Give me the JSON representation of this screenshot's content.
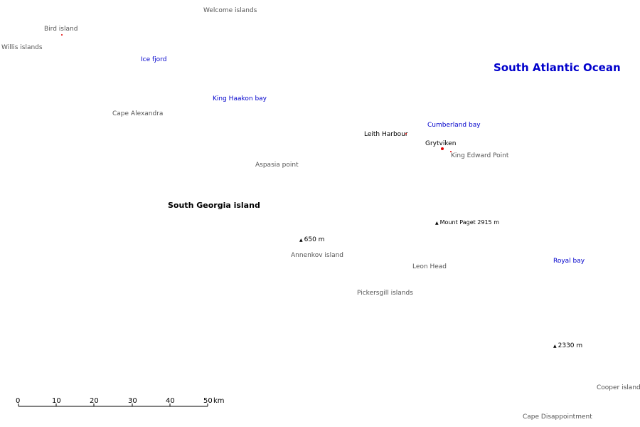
{
  "labels": {
    "welcome_islands": "Welcome islands",
    "bird_island": "Bird island",
    "willis_islands": "Willis islands",
    "ice_fjord": "Ice fjord",
    "south_atlantic_ocean": "South Atlantic Ocean",
    "king_haakon_bay": "King Haakon bay",
    "cape_alexandra": "Cape Alexandra",
    "cumberland_bay": "Cumberland bay",
    "leith_harbour": "Leith Harbour",
    "grytviken": "Grytviken",
    "king_edward_point": "King Edward Point",
    "aspasia_point": "Aspasia point",
    "south_georgia_island": "South Georgia island",
    "mount_paget": "Mount Paget 2915 m",
    "peak_650": "650 m",
    "annenkov_island": "Annenkov island",
    "leon_head": "Leon Head",
    "royal_bay": "Royal bay",
    "pickersgill_islands": "Pickersgill islands",
    "peak_2330": "2330 m",
    "cooper_island": "Cooper island",
    "cape_disappointment": "Cape Disappointment"
  },
  "peak_symbol": "▲",
  "scale_bar": {
    "ticks": [
      "0",
      "10",
      "20",
      "30",
      "40",
      "50"
    ],
    "unit": "km"
  },
  "colors": {
    "water_label": "#0000cc",
    "place_label": "#555555",
    "settlement_dot": "#e00000"
  }
}
